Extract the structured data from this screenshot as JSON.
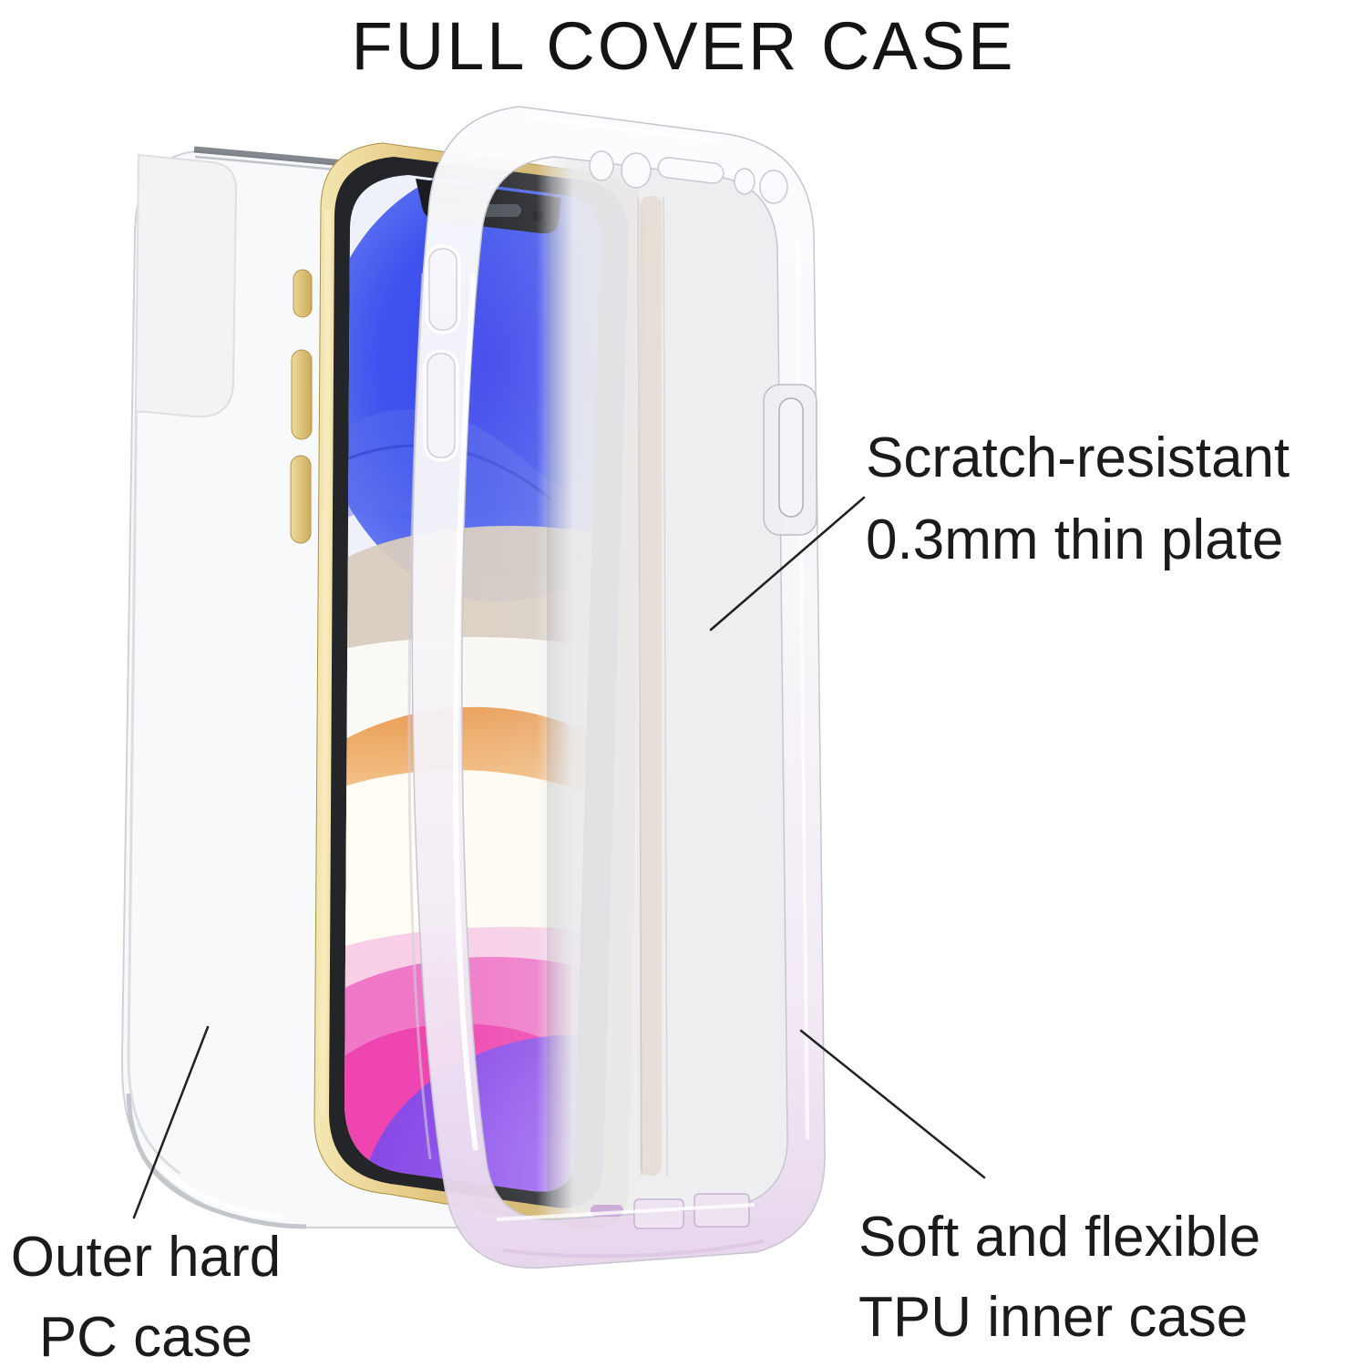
{
  "title": "FULL COVER CASE",
  "annotations": {
    "scratch_plate": {
      "line1": "Scratch-resistant",
      "line2": "0.3mm thin plate"
    },
    "outer_case": {
      "line1": "Outer hard",
      "line2": "PC case"
    },
    "inner_case": {
      "line1": "Soft and flexible",
      "line2": "TPU inner case"
    }
  },
  "colors": {
    "text": "#1b1b1b",
    "background": "#ffffff",
    "phone_gold": "#d9b96b",
    "pc_case_edge": "#c9ccd1",
    "tpu_frost": "#f5f1f7",
    "tpu_bottom_tint": "#e6d3ec",
    "wallpaper_blue": "#3c40ec",
    "wallpaper_beige": "#d8ccbf",
    "wallpaper_orange": "#e8954a",
    "wallpaper_cream": "#f7ecd2",
    "wallpaper_pink": "#f078c8",
    "wallpaper_magenta": "#ee3fae",
    "wallpaper_purple": "#8c4fe8"
  }
}
